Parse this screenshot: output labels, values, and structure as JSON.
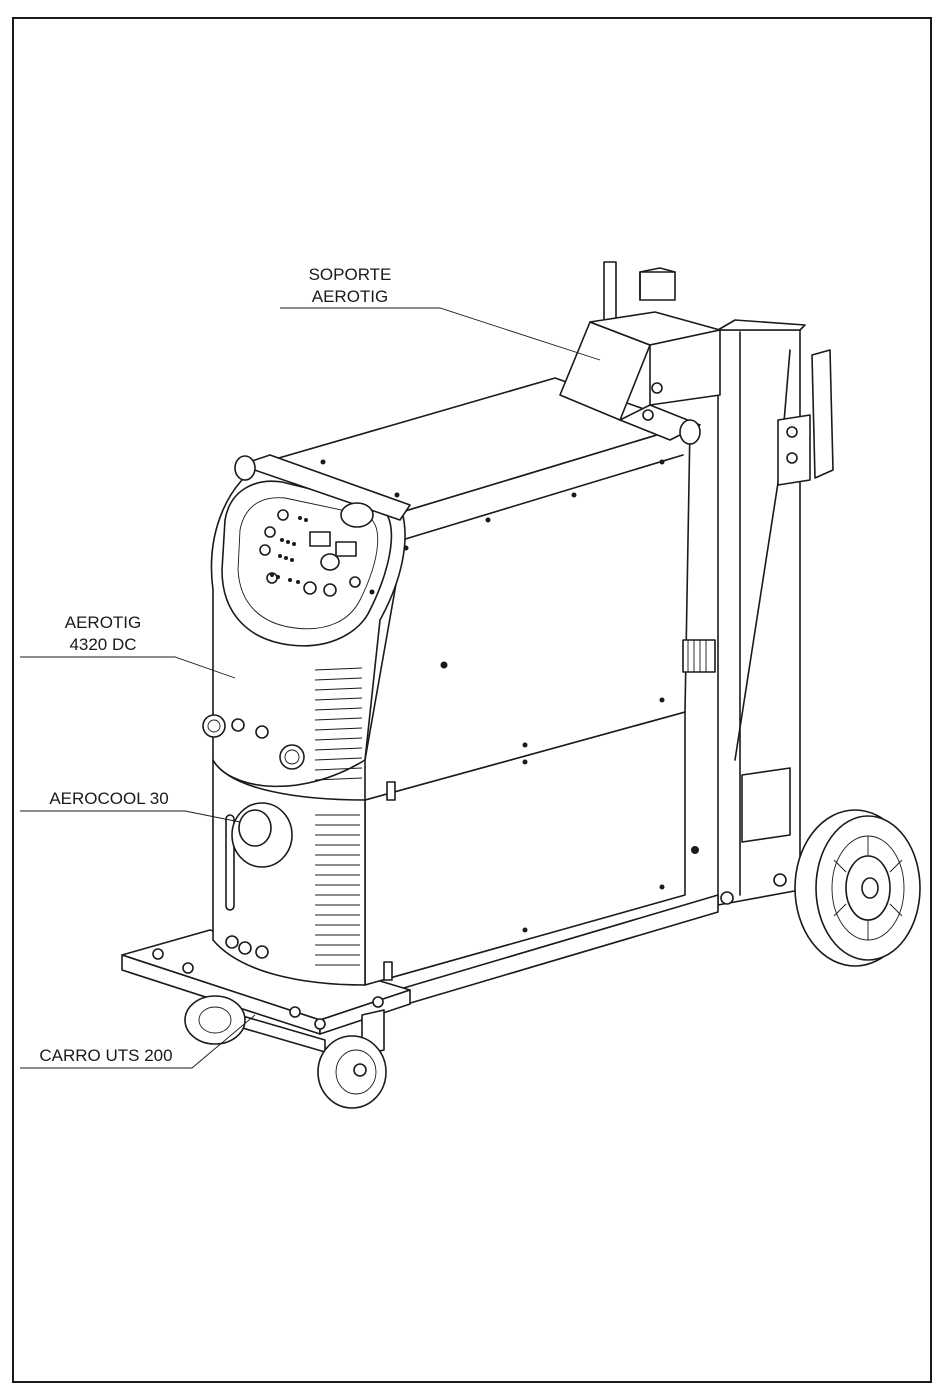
{
  "labels": {
    "soporte_aerotig_line1": "SOPORTE",
    "soporte_aerotig_line2": "AEROTIG",
    "aerotig_line1": "AEROTIG",
    "aerotig_line2": "4320 DC",
    "aerocool": "AEROCOOL 30",
    "carro": "CARRO UTS 200"
  }
}
